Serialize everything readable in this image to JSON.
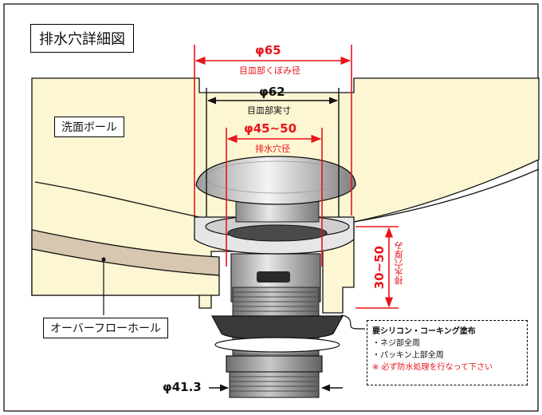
{
  "title": "排水穴詳細図",
  "labels": {
    "bowl": "洗面ボール",
    "overflow": "オーバーフローホール"
  },
  "dimensions": {
    "d65": {
      "value": "φ65",
      "caption": "目皿部くぼみ径"
    },
    "d62": {
      "value": "φ62",
      "caption": "目皿部実寸"
    },
    "d45": {
      "value": "φ45~50",
      "caption": "排水穴径"
    },
    "thickness": {
      "value": "30~50",
      "caption": "排水穴厚み"
    },
    "d41": {
      "value": "φ41.3"
    }
  },
  "note": {
    "heading": "要シリコン・コーキング塗布",
    "items": [
      "・ネジ部全周",
      "・パッキン上部全周"
    ],
    "warning": "※ 必ず防水処理を行なって下さい"
  },
  "colors": {
    "basin": "#fdf6d2",
    "dimension_red": "#e8141b",
    "overflow_pipe": "#d8c7b0"
  }
}
